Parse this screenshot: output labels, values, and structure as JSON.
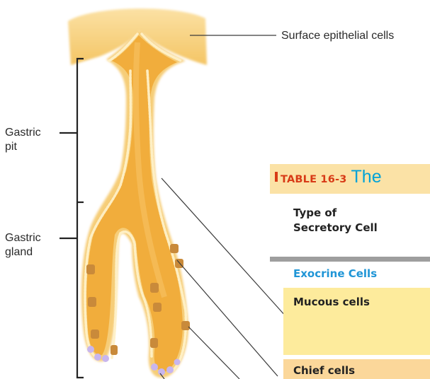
{
  "labels": {
    "surface": "Surface epithelial cells",
    "pit": "Gastric\npit",
    "gland": "Gastric\ngland"
  },
  "table": {
    "number": "TABLE 16-3",
    "title_visible": "The",
    "column_header": "Type of\nSecretory Cell",
    "group": "Exocrine Cells",
    "rows": [
      "Mucous cells",
      "Chief cells"
    ]
  },
  "colors": {
    "gland_fill": "#f1ad3c",
    "gland_edge": "#f6cd78",
    "surface_cells": "#f7c96a",
    "cell_dots": "#fff1c8",
    "dark_cells": "#c98a3a",
    "chief_cells": "#c8b6ee",
    "bracket": "#222222",
    "leader": "#3b3b3b",
    "title_band": "#fbe2a6",
    "table_accent": "#d83a16",
    "table_title": "#00a2d8"
  }
}
